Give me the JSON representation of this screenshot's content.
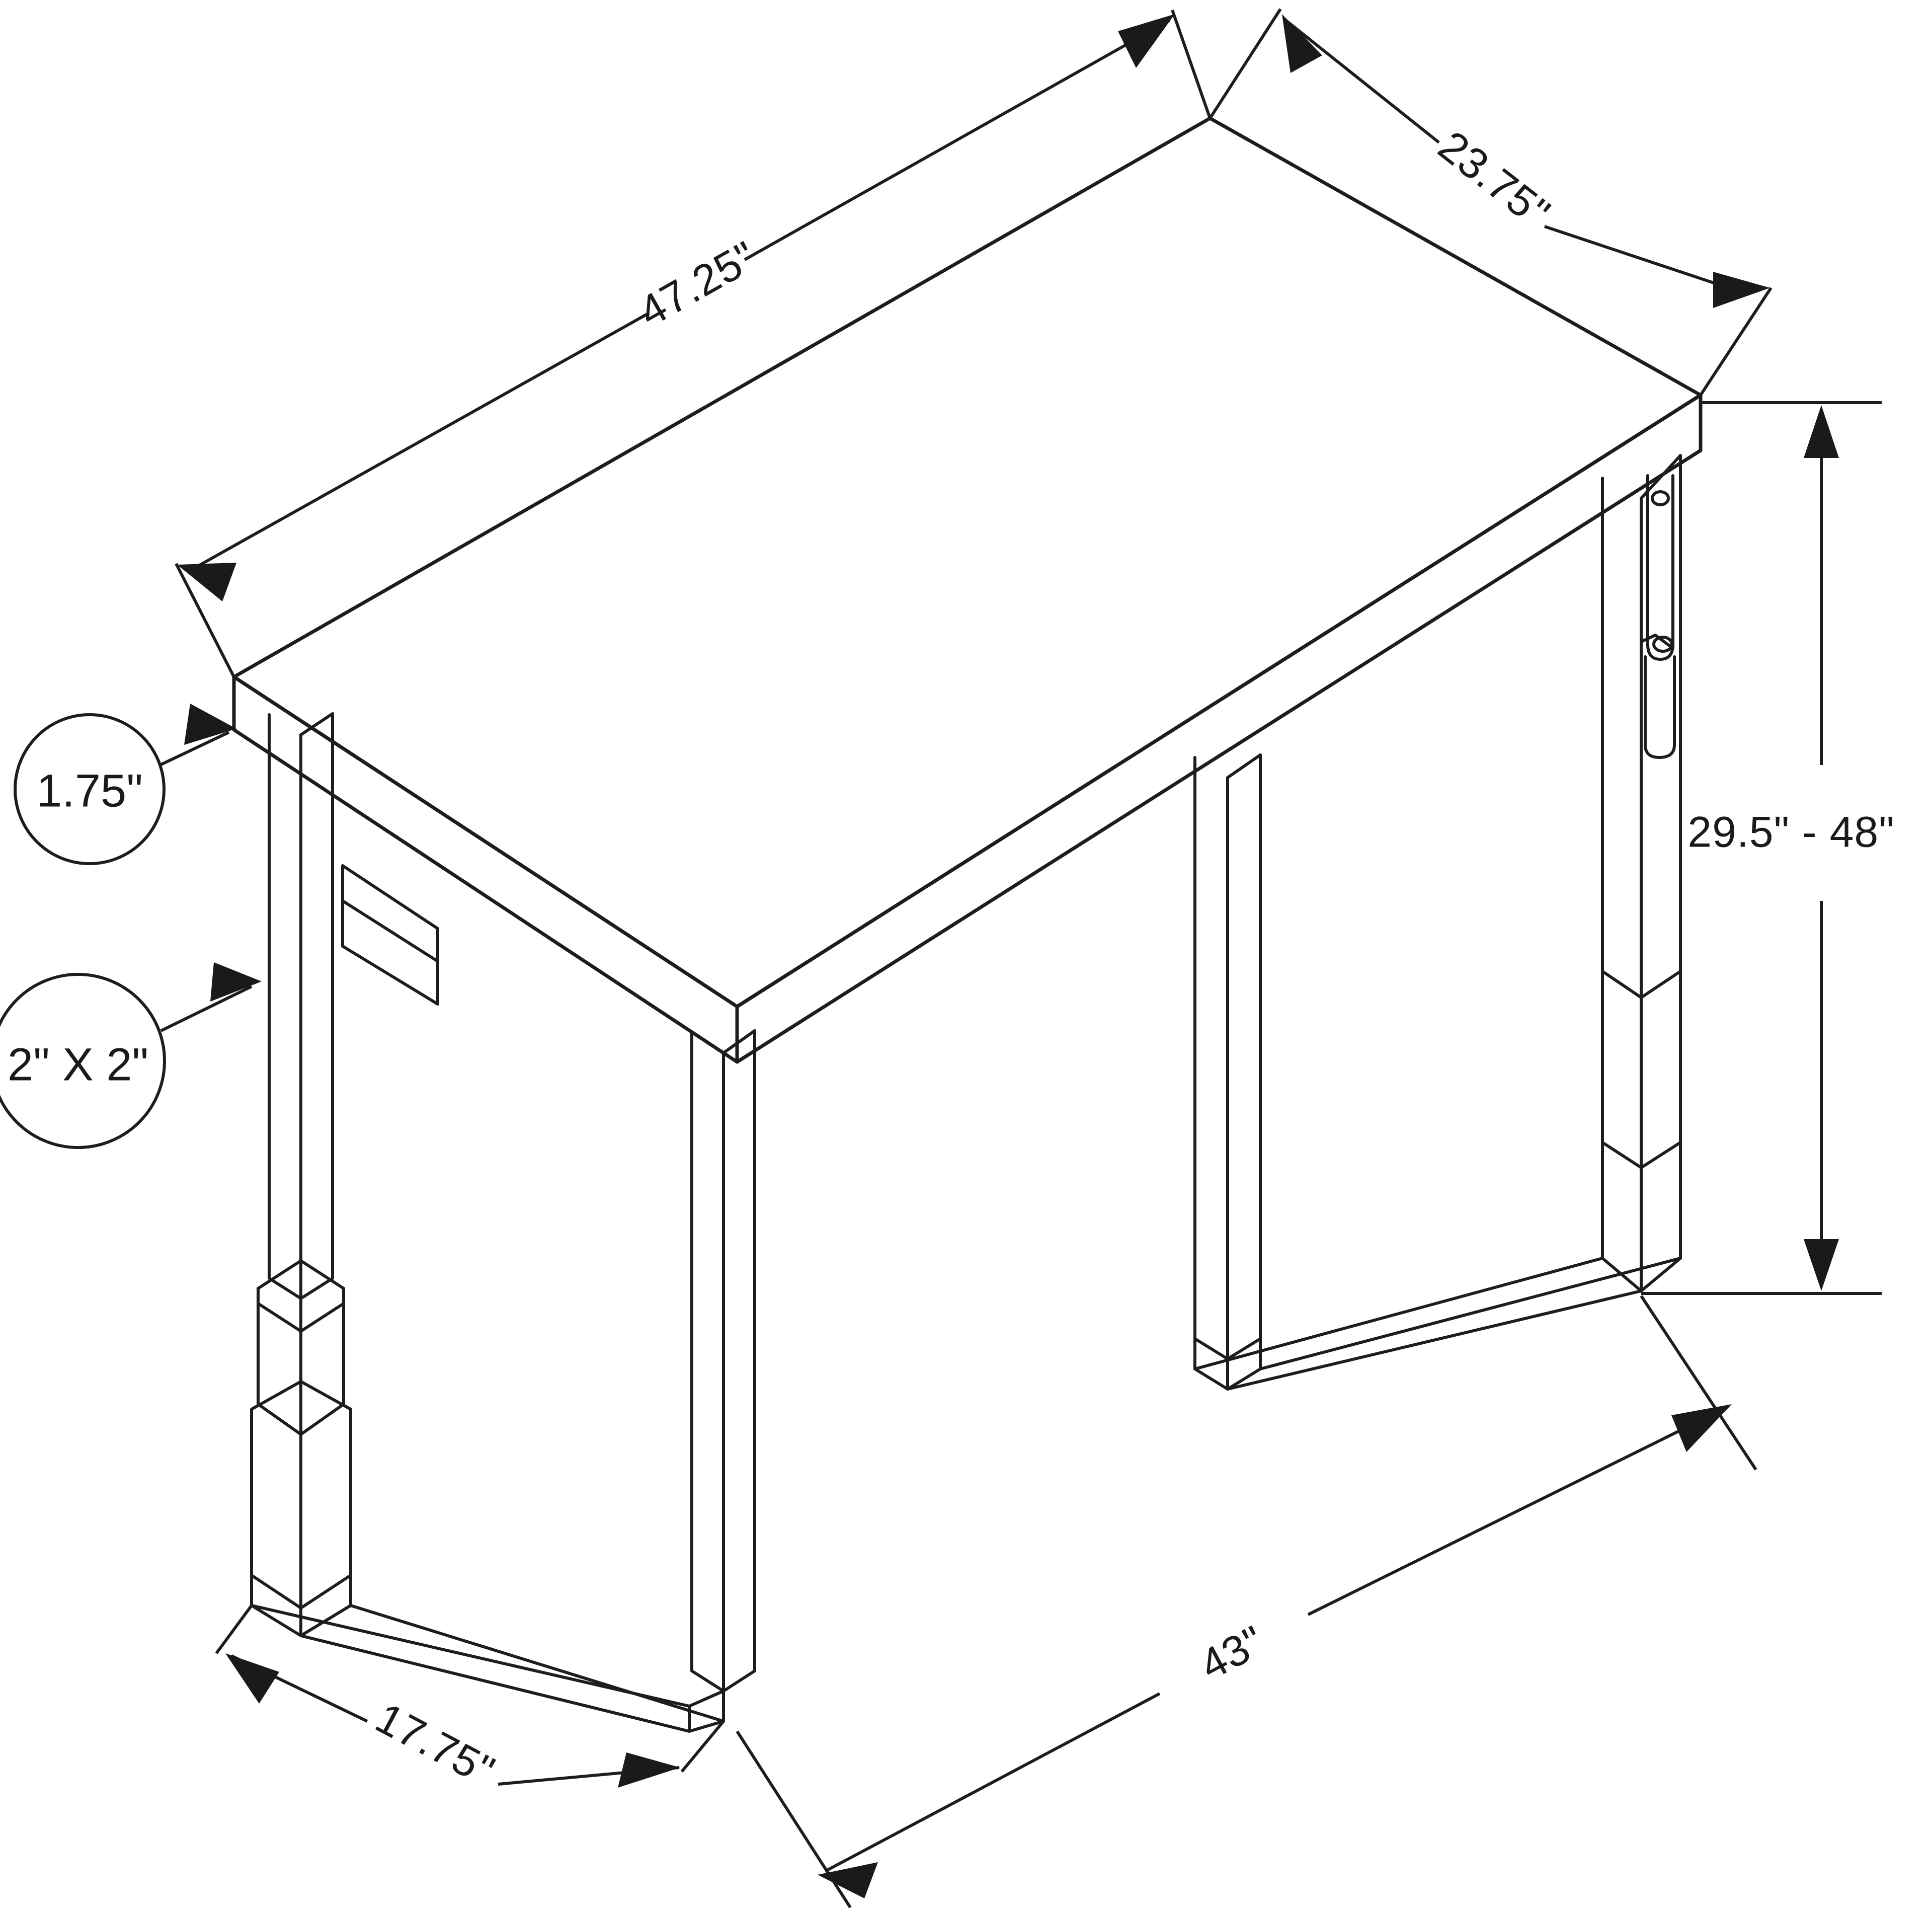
{
  "drawing": {
    "title": "Adjustable Height Desk Dimension Diagram",
    "background_color": "#ffffff",
    "line_color": "#1d1d1d",
    "view": "isometric"
  },
  "dimensions": {
    "top_width": {
      "label": "47.25\"",
      "name": "desktop-width"
    },
    "top_depth": {
      "label": "23.75\"",
      "name": "desktop-depth"
    },
    "height_range": {
      "label": "29.5\" - 48\"",
      "name": "adjustable-height"
    },
    "base_length": {
      "label": "43\"",
      "name": "base-length"
    },
    "foot_depth": {
      "label": "17.75\"",
      "name": "foot-depth"
    }
  },
  "callouts": [
    {
      "label": "1.75\"",
      "name": "top-thickness-callout"
    },
    {
      "label": "2\" X 2\"",
      "name": "leg-profile-callout"
    }
  ]
}
